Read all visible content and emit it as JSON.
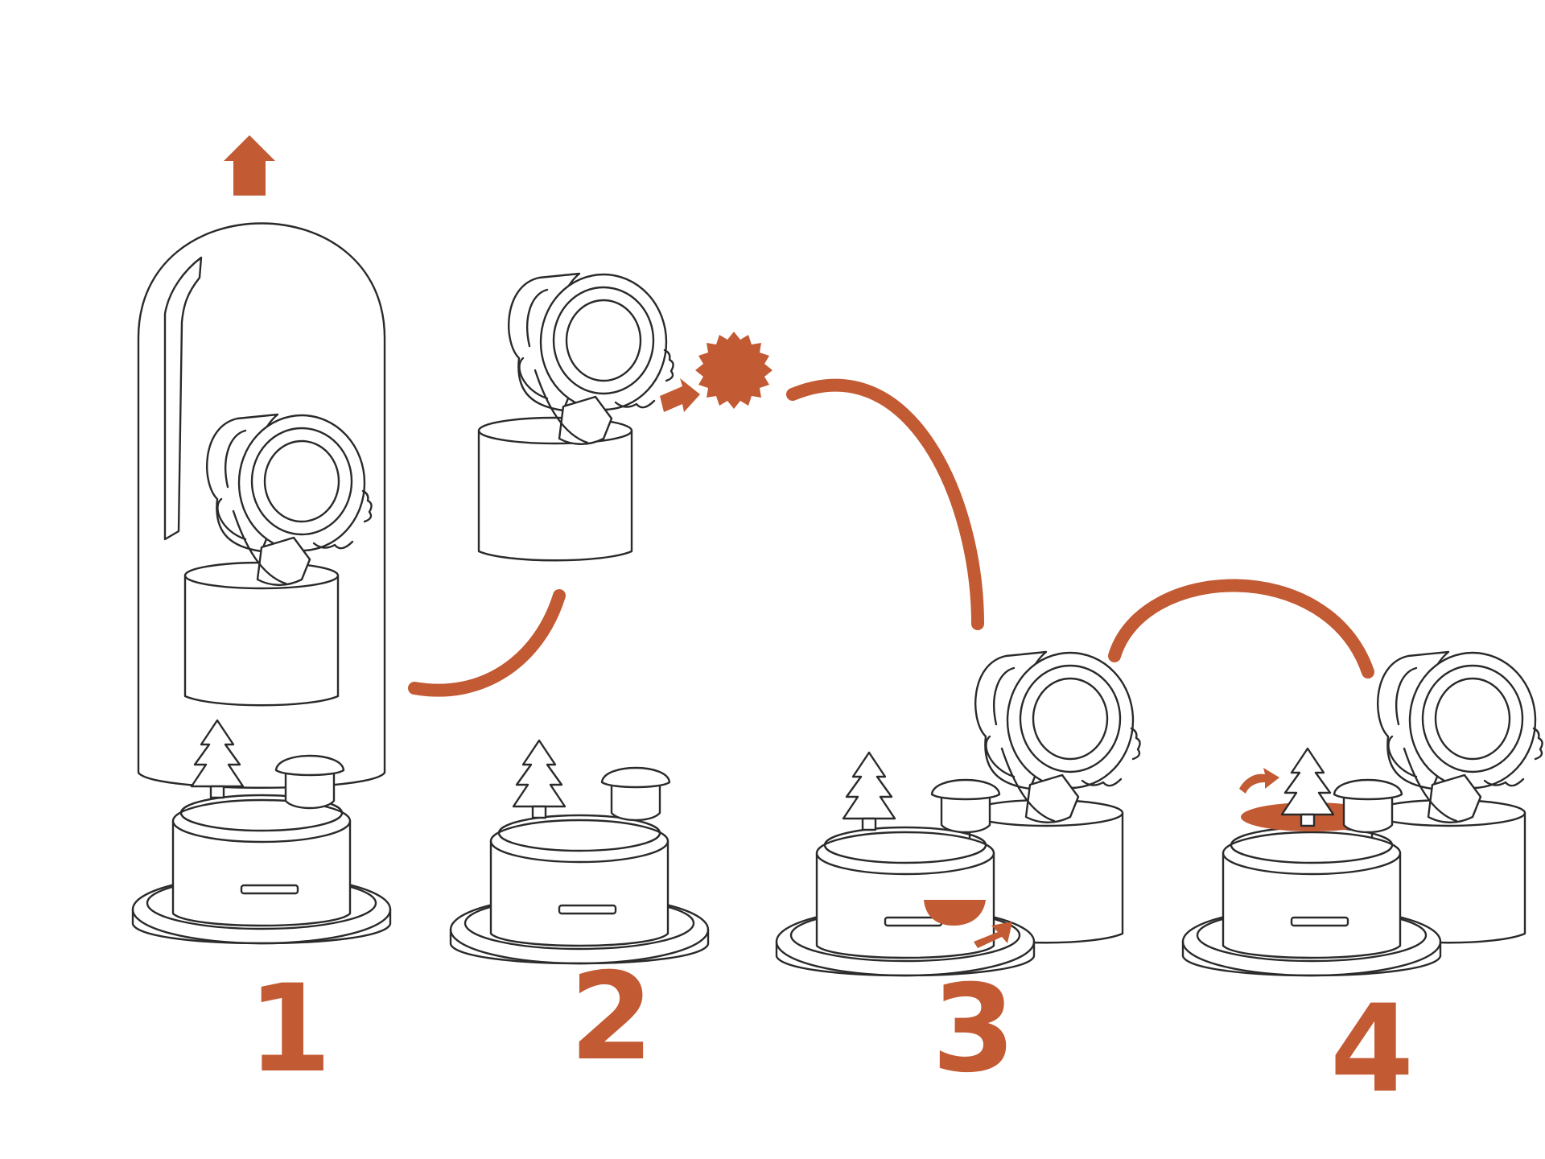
{
  "colors": {
    "accent": "#C25A33",
    "ink": "#2A2A2A",
    "background": "#FFFFFF"
  },
  "steps": [
    {
      "number": "1"
    },
    {
      "number": "2"
    },
    {
      "number": "3"
    },
    {
      "number": "4"
    }
  ],
  "icons": {
    "lift_arrow": "up-arrow-icon",
    "remove_arrow": "right-arrow-icon",
    "insert_arrow": "up-right-arrow-icon",
    "rotate_arrow": "curved-arrow-icon",
    "part": "gear-token-icon"
  }
}
